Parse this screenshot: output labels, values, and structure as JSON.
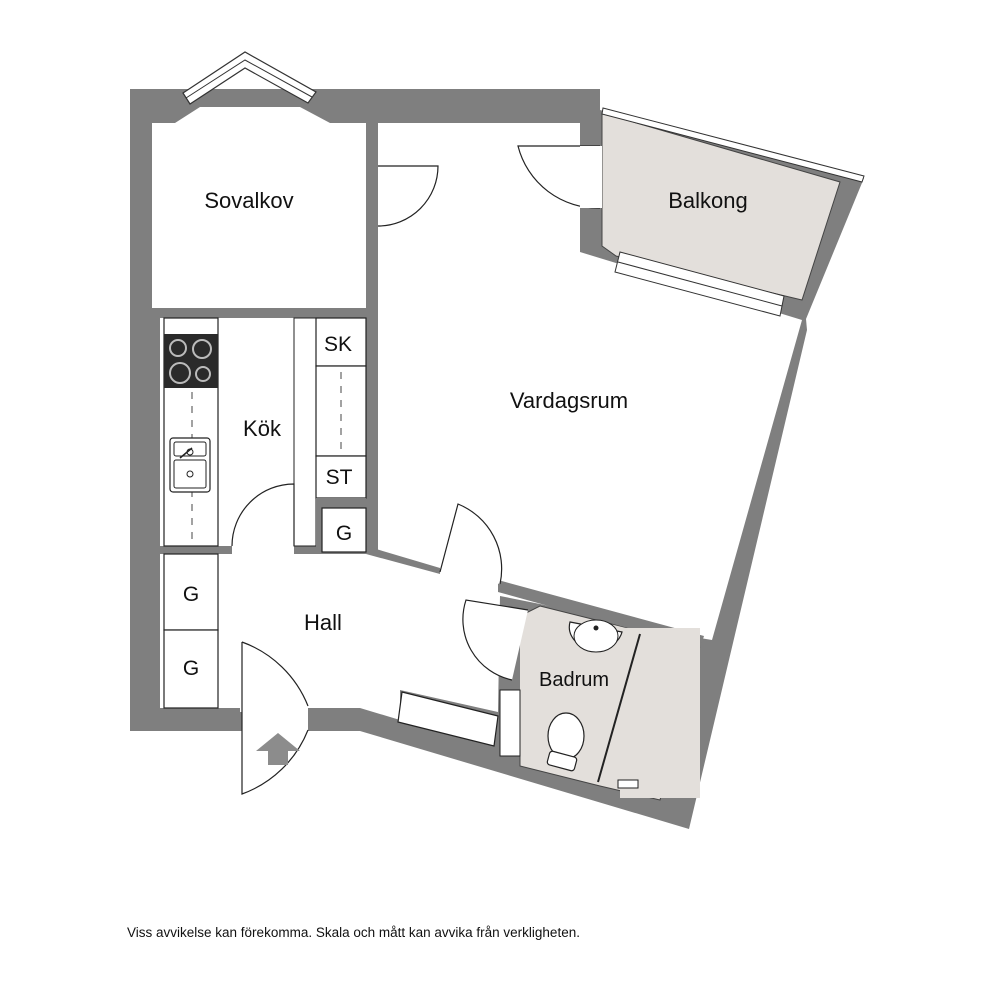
{
  "rooms": {
    "sovalkov": "Sovalkov",
    "balkong": "Balkong",
    "vardagsrum": "Vardagsrum",
    "kok": "Kök",
    "hall": "Hall",
    "badrum": "Badrum"
  },
  "fixtures": {
    "sk": "SK",
    "st": "ST",
    "g_kitchen": "G",
    "g_hall_top": "G",
    "g_hall_bottom": "G"
  },
  "disclaimer": "Viss avvikelse kan förekomma. Skala och mått kan avvika från verkligheten.",
  "colors": {
    "wall": "#7f7f7f",
    "floor": "#ffffff",
    "wet_area": "#e3dfdb",
    "line": "#222222"
  }
}
